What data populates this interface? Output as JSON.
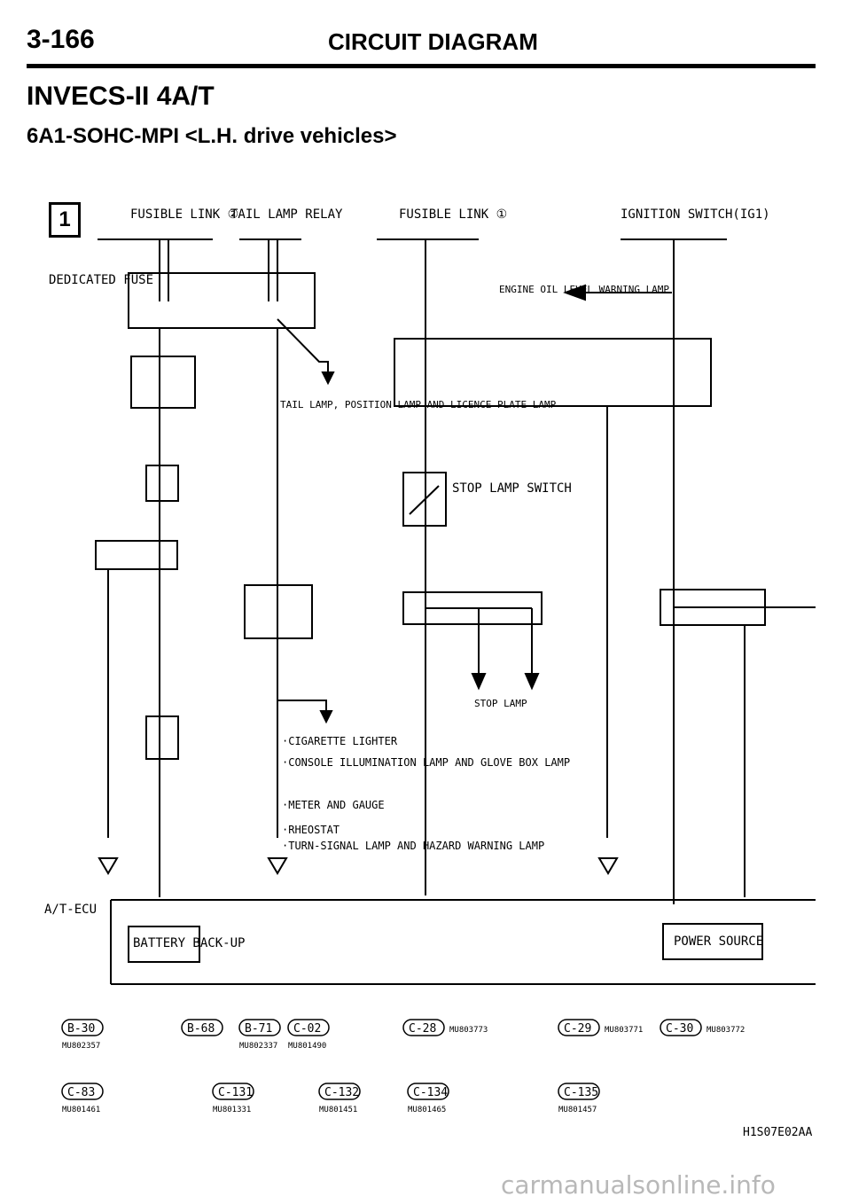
{
  "header": {
    "page_number": "3-166",
    "section": "CIRCUIT DIAGRAM",
    "title": "INVECS-II 4A/T",
    "subtitle": "6A1-SOHC-MPI <L.H. drive vehicles>"
  },
  "frame_number": "1",
  "diagram_code": "H1S07E02AA",
  "watermark": "carmanualsonline.info",
  "labels": {
    "fusible_link_2": "FUSIBLE LINK ②",
    "tail_lamp_relay": "TAIL LAMP RELAY",
    "fusible_link_1": "FUSIBLE LINK ①",
    "ignition_switch": "IGNITION SWITCH(IG1)",
    "dedicated_fuse": "DEDICATED FUSE",
    "engine_oil": "ENGINE OIL LEVEL WARNING LAMP",
    "tail_lamp_note": "TAIL LAMP, POSITION LAMP AND LICENCE PLATE LAMP",
    "stop_lamp_switch": "STOP LAMP SWITCH",
    "stop_lamp": "STOP LAMP",
    "battery_backup": "BATTERY BACK-UP",
    "power_source": "POWER SOURCE",
    "ecu": "A/T-ECU",
    "cigarette_list": [
      "·CIGARETTE LIGHTER",
      "·CONSOLE ILLUMINATION LAMP AND GLOVE BOX LAMP",
      "·METER AND GAUGE",
      "·RHEOSTAT",
      "·TURN-SIGNAL LAMP AND HAZARD WARNING LAMP"
    ]
  },
  "connectors": [
    {
      "id": "B-30",
      "part": "MU802357"
    },
    {
      "id": "B-68",
      "part": ""
    },
    {
      "id": "B-71",
      "part": "MU802337"
    },
    {
      "id": "C-02",
      "part": "MU801490"
    },
    {
      "id": "C-28",
      "part": "MU803773"
    },
    {
      "id": "C-29",
      "part": "MU803771"
    },
    {
      "id": "C-30",
      "part": "MU803772"
    },
    {
      "id": "C-83",
      "part": "MU801461"
    },
    {
      "id": "C-131",
      "part": "MU801331"
    },
    {
      "id": "C-132",
      "part": "MU801451"
    },
    {
      "id": "C-134",
      "part": "MU801465"
    },
    {
      "id": "C-135",
      "part": "MU801457"
    }
  ]
}
